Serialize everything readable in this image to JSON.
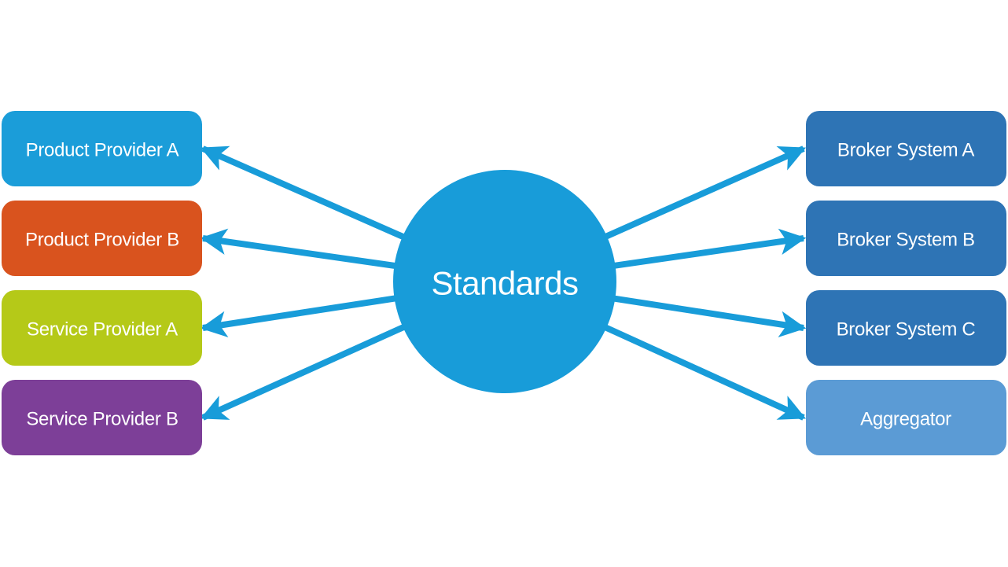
{
  "diagram": {
    "center_node": {
      "label": "Standards",
      "shape": "circle",
      "color": "#189cd9",
      "text_color": "#ffffff"
    },
    "left_nodes": [
      {
        "label": "Product Provider A",
        "color": "#1b9dd9"
      },
      {
        "label": "Product Provider B",
        "color": "#d9531e"
      },
      {
        "label": "Service Provider A",
        "color": "#b5c918"
      },
      {
        "label": "Service Provider B",
        "color": "#7d3f98"
      }
    ],
    "right_nodes": [
      {
        "label": "Broker System A",
        "color": "#2e74b5"
      },
      {
        "label": "Broker System B",
        "color": "#2e74b5"
      },
      {
        "label": "Broker System C",
        "color": "#2e74b5"
      },
      {
        "label": "Aggregator",
        "color": "#5b9bd5"
      }
    ],
    "arrow_color": "#189cd9",
    "background_color": "#ffffff",
    "connections": [
      {
        "from": "Standards",
        "to": "Product Provider A",
        "arrowhead_at": "Product Provider A"
      },
      {
        "from": "Standards",
        "to": "Product Provider B",
        "arrowhead_at": "Product Provider B"
      },
      {
        "from": "Standards",
        "to": "Service Provider A",
        "arrowhead_at": "Service Provider A"
      },
      {
        "from": "Standards",
        "to": "Service Provider B",
        "arrowhead_at": "Service Provider B"
      },
      {
        "from": "Standards",
        "to": "Broker System A",
        "arrowhead_at": "Broker System A"
      },
      {
        "from": "Standards",
        "to": "Broker System B",
        "arrowhead_at": "Broker System B"
      },
      {
        "from": "Standards",
        "to": "Broker System C",
        "arrowhead_at": "Broker System C"
      },
      {
        "from": "Standards",
        "to": "Aggregator",
        "arrowhead_at": "Aggregator"
      }
    ]
  }
}
